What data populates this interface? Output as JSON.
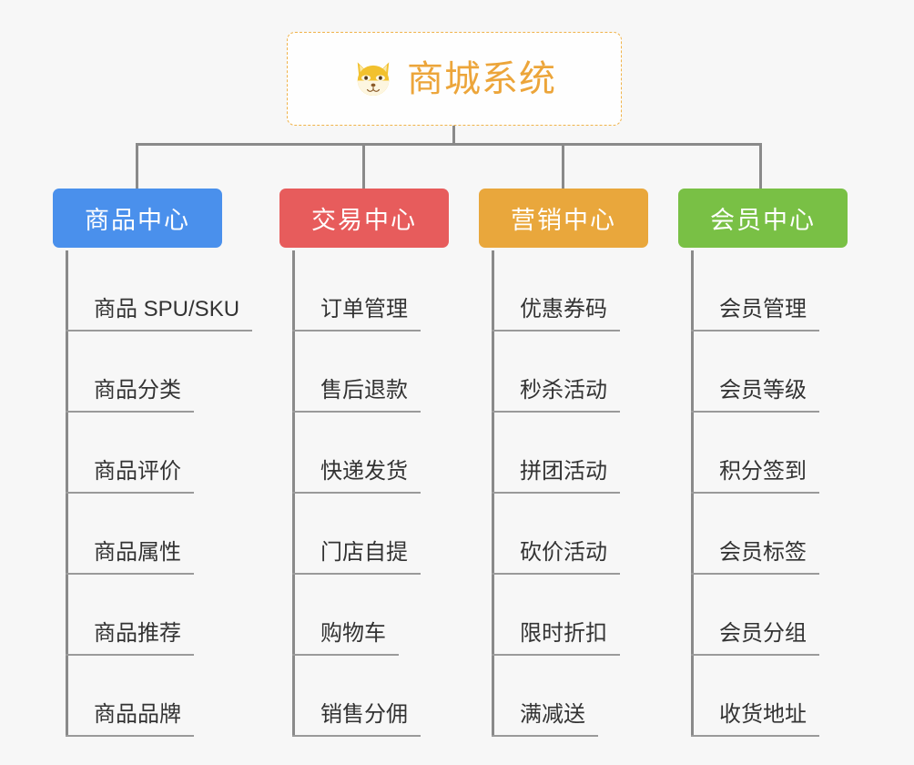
{
  "diagram": {
    "type": "mindmap-tree",
    "background_color": "#f7f7f7",
    "connector_color": "#8a8a8a",
    "root": {
      "title": "商城系统",
      "icon": "shiba-dog-face-icon",
      "text_color": "#eca53a",
      "border_color": "#f0b34a",
      "background_color": "#fefefe"
    },
    "branches": [
      {
        "id": "product-center",
        "label": "商品中心",
        "color": "#4a90ec",
        "items": [
          "商品 SPU/SKU",
          "商品分类",
          "商品评价",
          "商品属性",
          "商品推荐",
          "商品品牌"
        ]
      },
      {
        "id": "trade-center",
        "label": "交易中心",
        "color": "#e75c5c",
        "items": [
          "订单管理",
          "售后退款",
          "快递发货",
          "门店自提",
          "购物车",
          "销售分佣"
        ]
      },
      {
        "id": "marketing-center",
        "label": "营销中心",
        "color": "#e9a73c",
        "items": [
          "优惠券码",
          "秒杀活动",
          "拼团活动",
          "砍价活动",
          "限时折扣",
          "满减送"
        ]
      },
      {
        "id": "member-center",
        "label": "会员中心",
        "color": "#79c045",
        "items": [
          "会员管理",
          "会员等级",
          "积分签到",
          "会员标签",
          "会员分组",
          "收货地址"
        ]
      }
    ]
  }
}
